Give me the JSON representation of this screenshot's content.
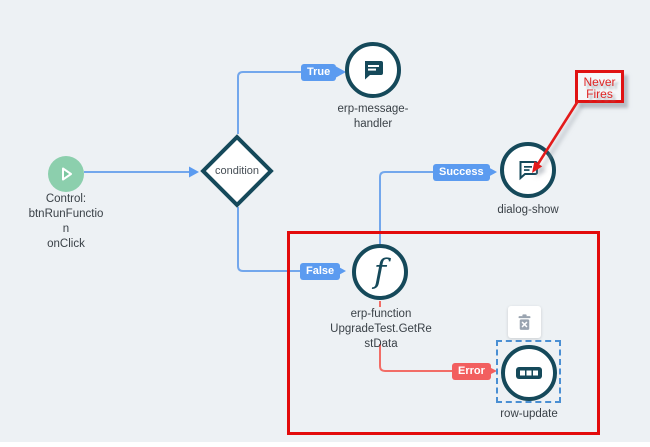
{
  "app": {
    "view": "workflow-canvas"
  },
  "nodes": {
    "control": {
      "label": "Control:\nbtnRunFunctio\nn\nonClick",
      "icon": "play-icon",
      "type": "trigger"
    },
    "condition": {
      "label": "condition",
      "type": "decision"
    },
    "message": {
      "label": "erp-message-\nhandler",
      "icon": "message-icon",
      "type": "action"
    },
    "dialog": {
      "label": "dialog-show",
      "icon": "dialog-icon",
      "type": "action"
    },
    "function": {
      "label": "erp-function\nUpgradeTest.GetRe\nstData",
      "icon": "function-icon",
      "type": "action"
    },
    "row": {
      "label": "row-update",
      "icon": "row-grid-icon",
      "type": "action",
      "selected": true
    }
  },
  "edges": {
    "true": {
      "label": "True"
    },
    "false": {
      "label": "False"
    },
    "success": {
      "label": "Success"
    },
    "error": {
      "label": "Error"
    }
  },
  "annotation": {
    "label": "Never\nFires"
  },
  "toolbar": {
    "delete_icon": "trash-icon"
  },
  "colors": {
    "canvas_bg": "#edf1f4",
    "node_border_teal": "#15495a",
    "edge_blue": "#73a7ec",
    "badge_blue": "#5b9bf0",
    "error_red": "#f25f5f",
    "annotation_red": "#e30b0b",
    "start_green": "#8ccfad"
  }
}
